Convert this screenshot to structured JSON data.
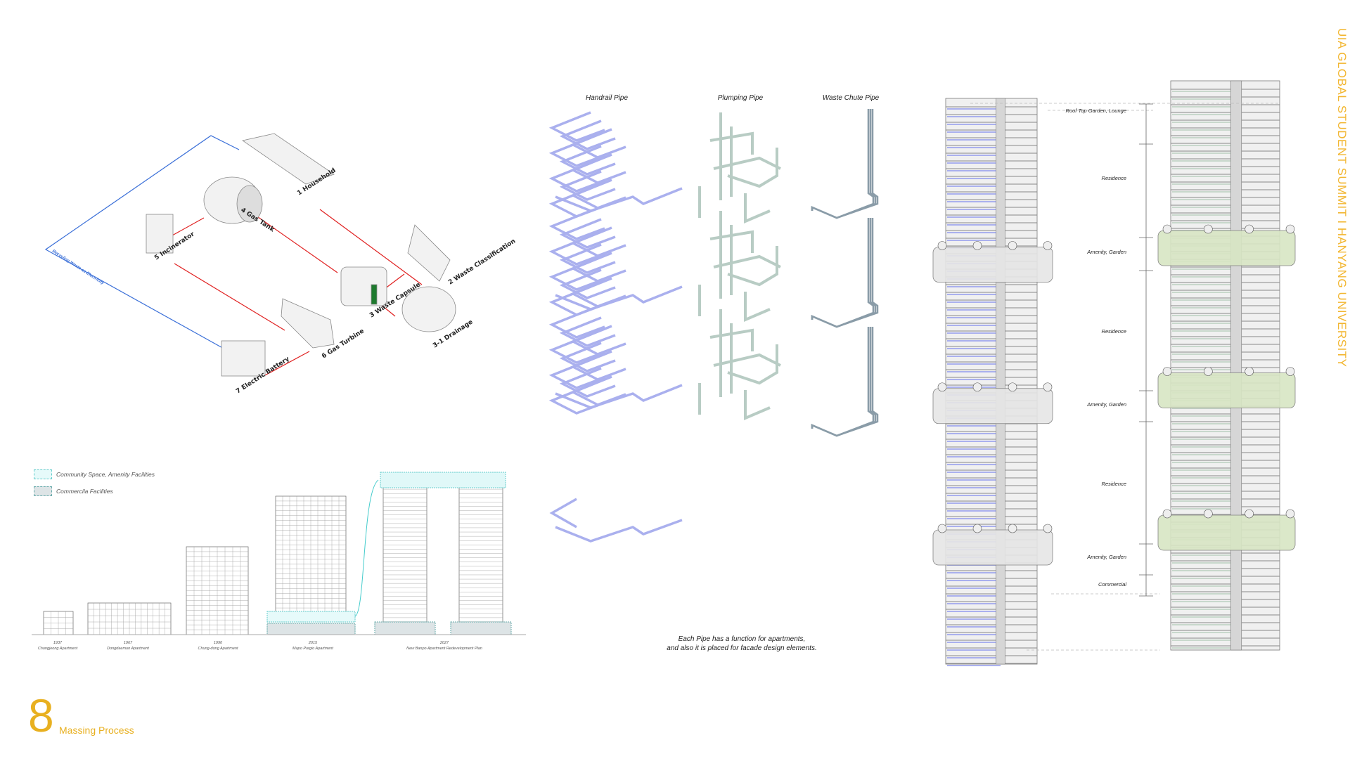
{
  "title_vertical": "UIA GLOBAL STUDENT SUMMIT  I  HANYANG UNIVERSITY",
  "section": {
    "number": "8",
    "label": "Massing Process"
  },
  "colors": {
    "accent": "#e8b020",
    "flow_red": "#e02020",
    "flow_blue": "#3a6fd8",
    "handrail": "#aab0ee",
    "plumbing": "#c9ddd4",
    "garden": "#d8e6c4",
    "community": "#7ed8d8"
  },
  "cycle_diagram": {
    "loop_label": "Recycling Waste as Electricity",
    "nodes": [
      "1 Household",
      "2 Waste Classification",
      "3 Waste Capsule",
      "3-1 Drainage",
      "4 Gas Tank",
      "5 Incinerator",
      "6 Gas Turbine",
      "7 Electric Battery"
    ]
  },
  "legend": [
    {
      "label": "Community Space, Amenity Facilities"
    },
    {
      "label": "Commercila Facilities"
    }
  ],
  "timeline": [
    {
      "year": "1937",
      "name": "Chungjeong Apartment"
    },
    {
      "year": "1967",
      "name": "Dongdaemun Apartment"
    },
    {
      "year": "1990",
      "name": "Chung-dong Apartment"
    },
    {
      "year": "2015",
      "name": "Mapo Purgio Apartment"
    },
    {
      "year": "2027",
      "name": "New Banpo Apartment Redevelopment Plan"
    }
  ],
  "pipes": {
    "headers": [
      "Handrail Pipe",
      "Plumping Pipe",
      "Waste Chute Pipe"
    ],
    "caption_line1": "Each Pipe has a function for apartments,",
    "caption_line2": "and also it is placed for facade design elements."
  },
  "zones": [
    {
      "label": "Roof Top Garden, Lounge"
    },
    {
      "label": "Residence"
    },
    {
      "label": "Amenity, Garden"
    },
    {
      "label": "Residence"
    },
    {
      "label": "Amenity, Garden"
    },
    {
      "label": "Residence"
    },
    {
      "label": "Amenity, Garden"
    },
    {
      "label": "Commercial"
    }
  ]
}
